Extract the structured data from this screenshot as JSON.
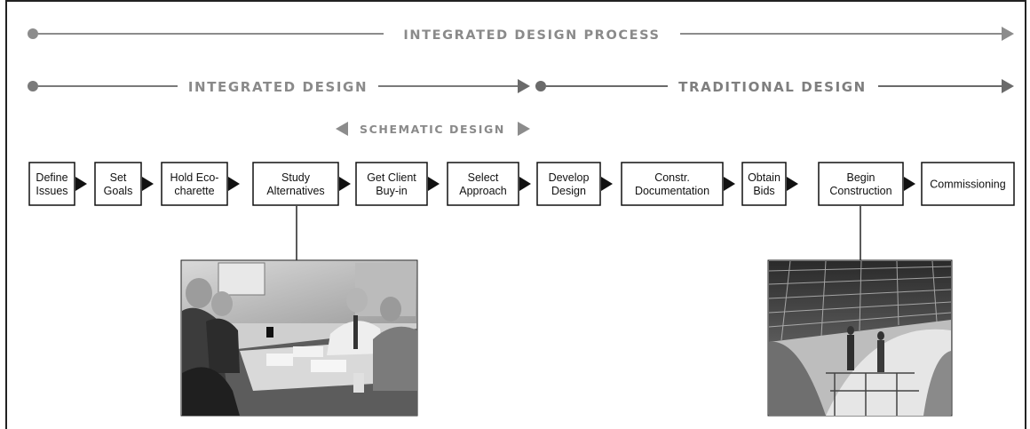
{
  "headers": {
    "process": "INTEGRATED DESIGN PROCESS",
    "integrated": "INTEGRATED DESIGN",
    "traditional": "TRADITIONAL DESIGN",
    "schematic": "SCHEMATIC DESIGN"
  },
  "steps": [
    {
      "lines": [
        "Define",
        "Issues"
      ]
    },
    {
      "lines": [
        "Set",
        "Goals"
      ]
    },
    {
      "lines": [
        "Hold Eco-",
        "charette"
      ]
    },
    {
      "lines": [
        "Study",
        "Alternatives"
      ]
    },
    {
      "lines": [
        "Get Client",
        "Buy-in"
      ]
    },
    {
      "lines": [
        "Select",
        "Approach"
      ]
    },
    {
      "lines": [
        "Develop",
        "Design"
      ]
    },
    {
      "lines": [
        "Constr.",
        "Documentation"
      ]
    },
    {
      "lines": [
        "Obtain",
        "Bids"
      ]
    },
    {
      "lines": [
        "Begin",
        "Construction"
      ]
    },
    {
      "lines": [
        "Commissioning"
      ]
    }
  ],
  "photos": [
    {
      "subject": "meeting-photo",
      "linked_step": 3
    },
    {
      "subject": "construction-photo",
      "linked_step": 9
    }
  ],
  "colors": {
    "header_gray": "#8a8a8a",
    "line_gray": "#8c8c8c",
    "box_border": "#111111"
  }
}
